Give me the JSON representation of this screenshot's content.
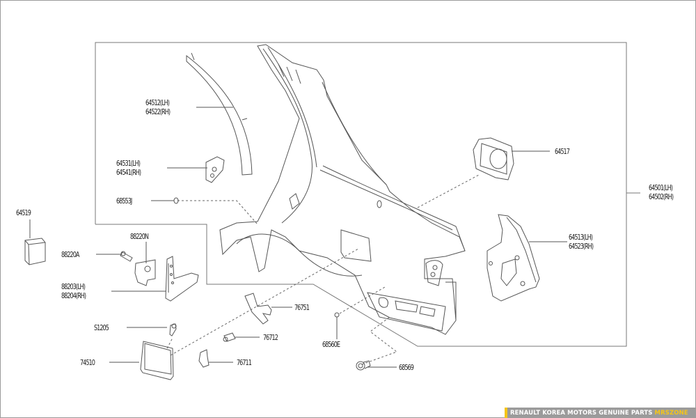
{
  "diagram": {
    "title": "Rear fender / quarter panel assembly",
    "parts": [
      {
        "id": "p64512",
        "lines": [
          "64512(LH)",
          "64522(RH)"
        ]
      },
      {
        "id": "p64531",
        "lines": [
          "64531(LH)",
          "64541(RH)"
        ]
      },
      {
        "id": "p68553j",
        "lines": [
          "68553J"
        ]
      },
      {
        "id": "p64519",
        "lines": [
          "64519"
        ]
      },
      {
        "id": "p88220n",
        "lines": [
          "88220N"
        ]
      },
      {
        "id": "p88220a",
        "lines": [
          "88220A"
        ]
      },
      {
        "id": "p88203",
        "lines": [
          "88203(LH)",
          "88204(RH)"
        ]
      },
      {
        "id": "pS1205",
        "lines": [
          "S1205"
        ]
      },
      {
        "id": "p74510",
        "lines": [
          "74510"
        ]
      },
      {
        "id": "p76751",
        "lines": [
          "76751"
        ]
      },
      {
        "id": "p76712",
        "lines": [
          "76712"
        ]
      },
      {
        "id": "p76711",
        "lines": [
          "76711"
        ]
      },
      {
        "id": "p68560e",
        "lines": [
          "68560E"
        ]
      },
      {
        "id": "p68569",
        "lines": [
          "68569"
        ]
      },
      {
        "id": "p64517",
        "lines": [
          "64517"
        ]
      },
      {
        "id": "p64501",
        "lines": [
          "64501(LH)",
          "64502(RH)"
        ]
      },
      {
        "id": "p64513",
        "lines": [
          "64513(LH)",
          "64523(RH)"
        ]
      }
    ]
  },
  "footer": {
    "text": "RENAULT KOREA MOTORS GENUINE PARTS",
    "brand": "MRSZONE",
    "accent_color": "#f5c518"
  }
}
